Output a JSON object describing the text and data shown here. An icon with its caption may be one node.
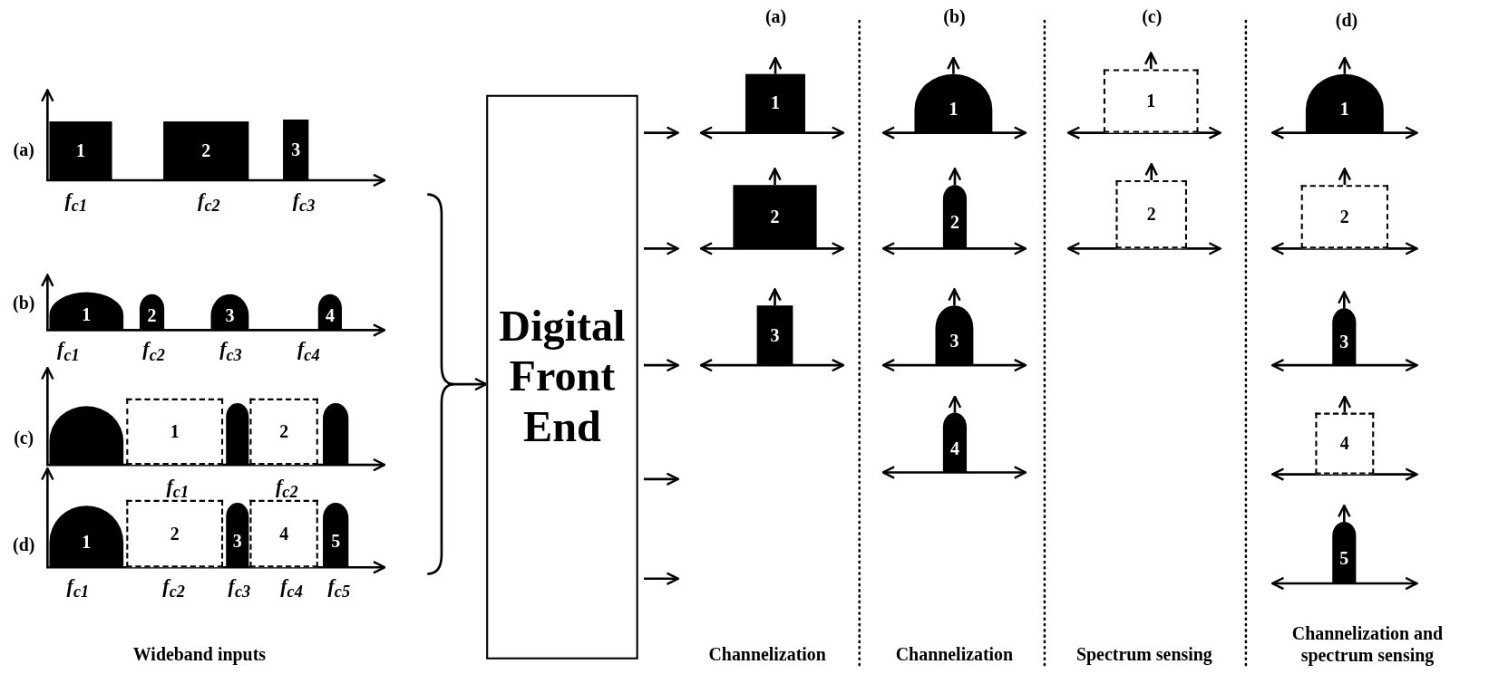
{
  "diagram": {
    "nodes": [
      {
        "text": [
          "1"
        ]
      },
      {
        "text": [
          "2"
        ]
      },
      {
        "text": [
          "3"
        ]
      },
      {
        "text": [
          "1"
        ]
      },
      {
        "text": [
          "2"
        ]
      },
      {
        "text": [
          "3"
        ]
      },
      {
        "text": [
          "4"
        ]
      },
      {
        "text": [],
        "shape": "arch"
      },
      {
        "text": [
          "1"
        ]
      },
      {
        "text": [],
        "shape": "arch"
      },
      {
        "text": [
          "2"
        ]
      },
      {
        "text": [],
        "shape": "arch"
      },
      {
        "text": [
          "1"
        ]
      },
      {
        "text": [
          "2"
        ]
      },
      {
        "text": [
          "3"
        ]
      },
      {
        "text": [
          "4"
        ]
      },
      {
        "text": [
          "5"
        ]
      },
      {
        "text": [
          "Digital Front End"
        ]
      },
      {
        "text": [
          "1"
        ]
      },
      {
        "text": [
          "2"
        ]
      },
      {
        "text": [
          "3"
        ]
      },
      {
        "text": [
          "1"
        ]
      },
      {
        "text": [
          "2"
        ]
      },
      {
        "text": [
          "3"
        ]
      },
      {
        "text": [
          "4"
        ]
      },
      {
        "text": [
          "1"
        ]
      },
      {
        "text": [
          "2"
        ]
      },
      {
        "text": [
          "1"
        ]
      },
      {
        "text": [
          "2"
        ]
      },
      {
        "text": [
          "3"
        ]
      },
      {
        "text": [
          "4"
        ]
      },
      {
        "text": [
          "5"
        ]
      },
      {
        "text": [],
        "shape": "brace"
      }
    ],
    "edges": [
      {
        "from": 32,
        "to": 17,
        "arrow": "to"
      },
      {
        "from": 17,
        "to": null,
        "arrow": "to"
      },
      {
        "from": 17,
        "to": null,
        "arrow": "to"
      },
      {
        "from": 17,
        "to": null,
        "arrow": "to"
      },
      {
        "from": 17,
        "to": null,
        "arrow": "to"
      },
      {
        "from": 17,
        "to": null,
        "arrow": "to"
      }
    ],
    "labels": [
      "(a)",
      "f$_{c1}$",
      "f$_{c2}$",
      "f$_{c3}$",
      "(b)",
      "f$_{c1}$",
      "f$_{c2}$",
      "f$_{c3}$",
      "f$_{c4}$",
      "(c)",
      "f$_{c1}$",
      "f$_{c2}$",
      "(d)",
      "f$_{c1}$",
      "f$_{c2}$",
      "f$_{c3}$",
      "f$_{c4}$",
      "f$_{c5}$",
      "Wideband inputs",
      "(a)",
      "(b)",
      "(c)",
      "(d)",
      "Channelization",
      "Channelization",
      "Spectrum sensing",
      "Channelization and spectrum sensing"
    ]
  }
}
